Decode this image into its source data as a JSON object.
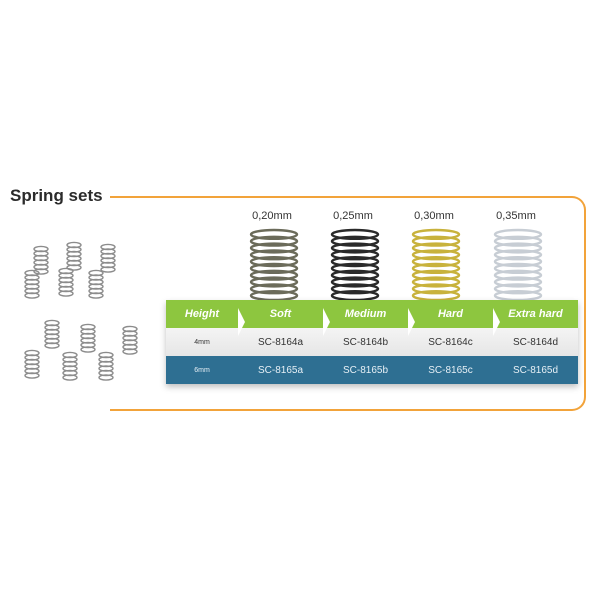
{
  "title": "Spring sets",
  "thicknesses": [
    "0,20mm",
    "0,25mm",
    "0,30mm",
    "0,35mm"
  ],
  "spring_colors": [
    "#6b6b5a",
    "#2a2a2a",
    "#c8b23c",
    "#c7cdd4"
  ],
  "table": {
    "headers": [
      "Height",
      "Soft",
      "Medium",
      "Hard",
      "Extra hard"
    ],
    "rows": [
      {
        "height": "4mm",
        "soft": "SC-8164a",
        "medium": "SC-8164b",
        "hard": "SC-8164c",
        "extra_hard": "SC-8164d"
      },
      {
        "height": "6mm",
        "soft": "SC-8165a",
        "medium": "SC-8165b",
        "hard": "SC-8165c",
        "extra_hard": "SC-8165d"
      }
    ]
  },
  "colors": {
    "accent_orange": "#f2a33a",
    "header_green": "#8dc63f",
    "row_blue": "#2e6f92"
  }
}
